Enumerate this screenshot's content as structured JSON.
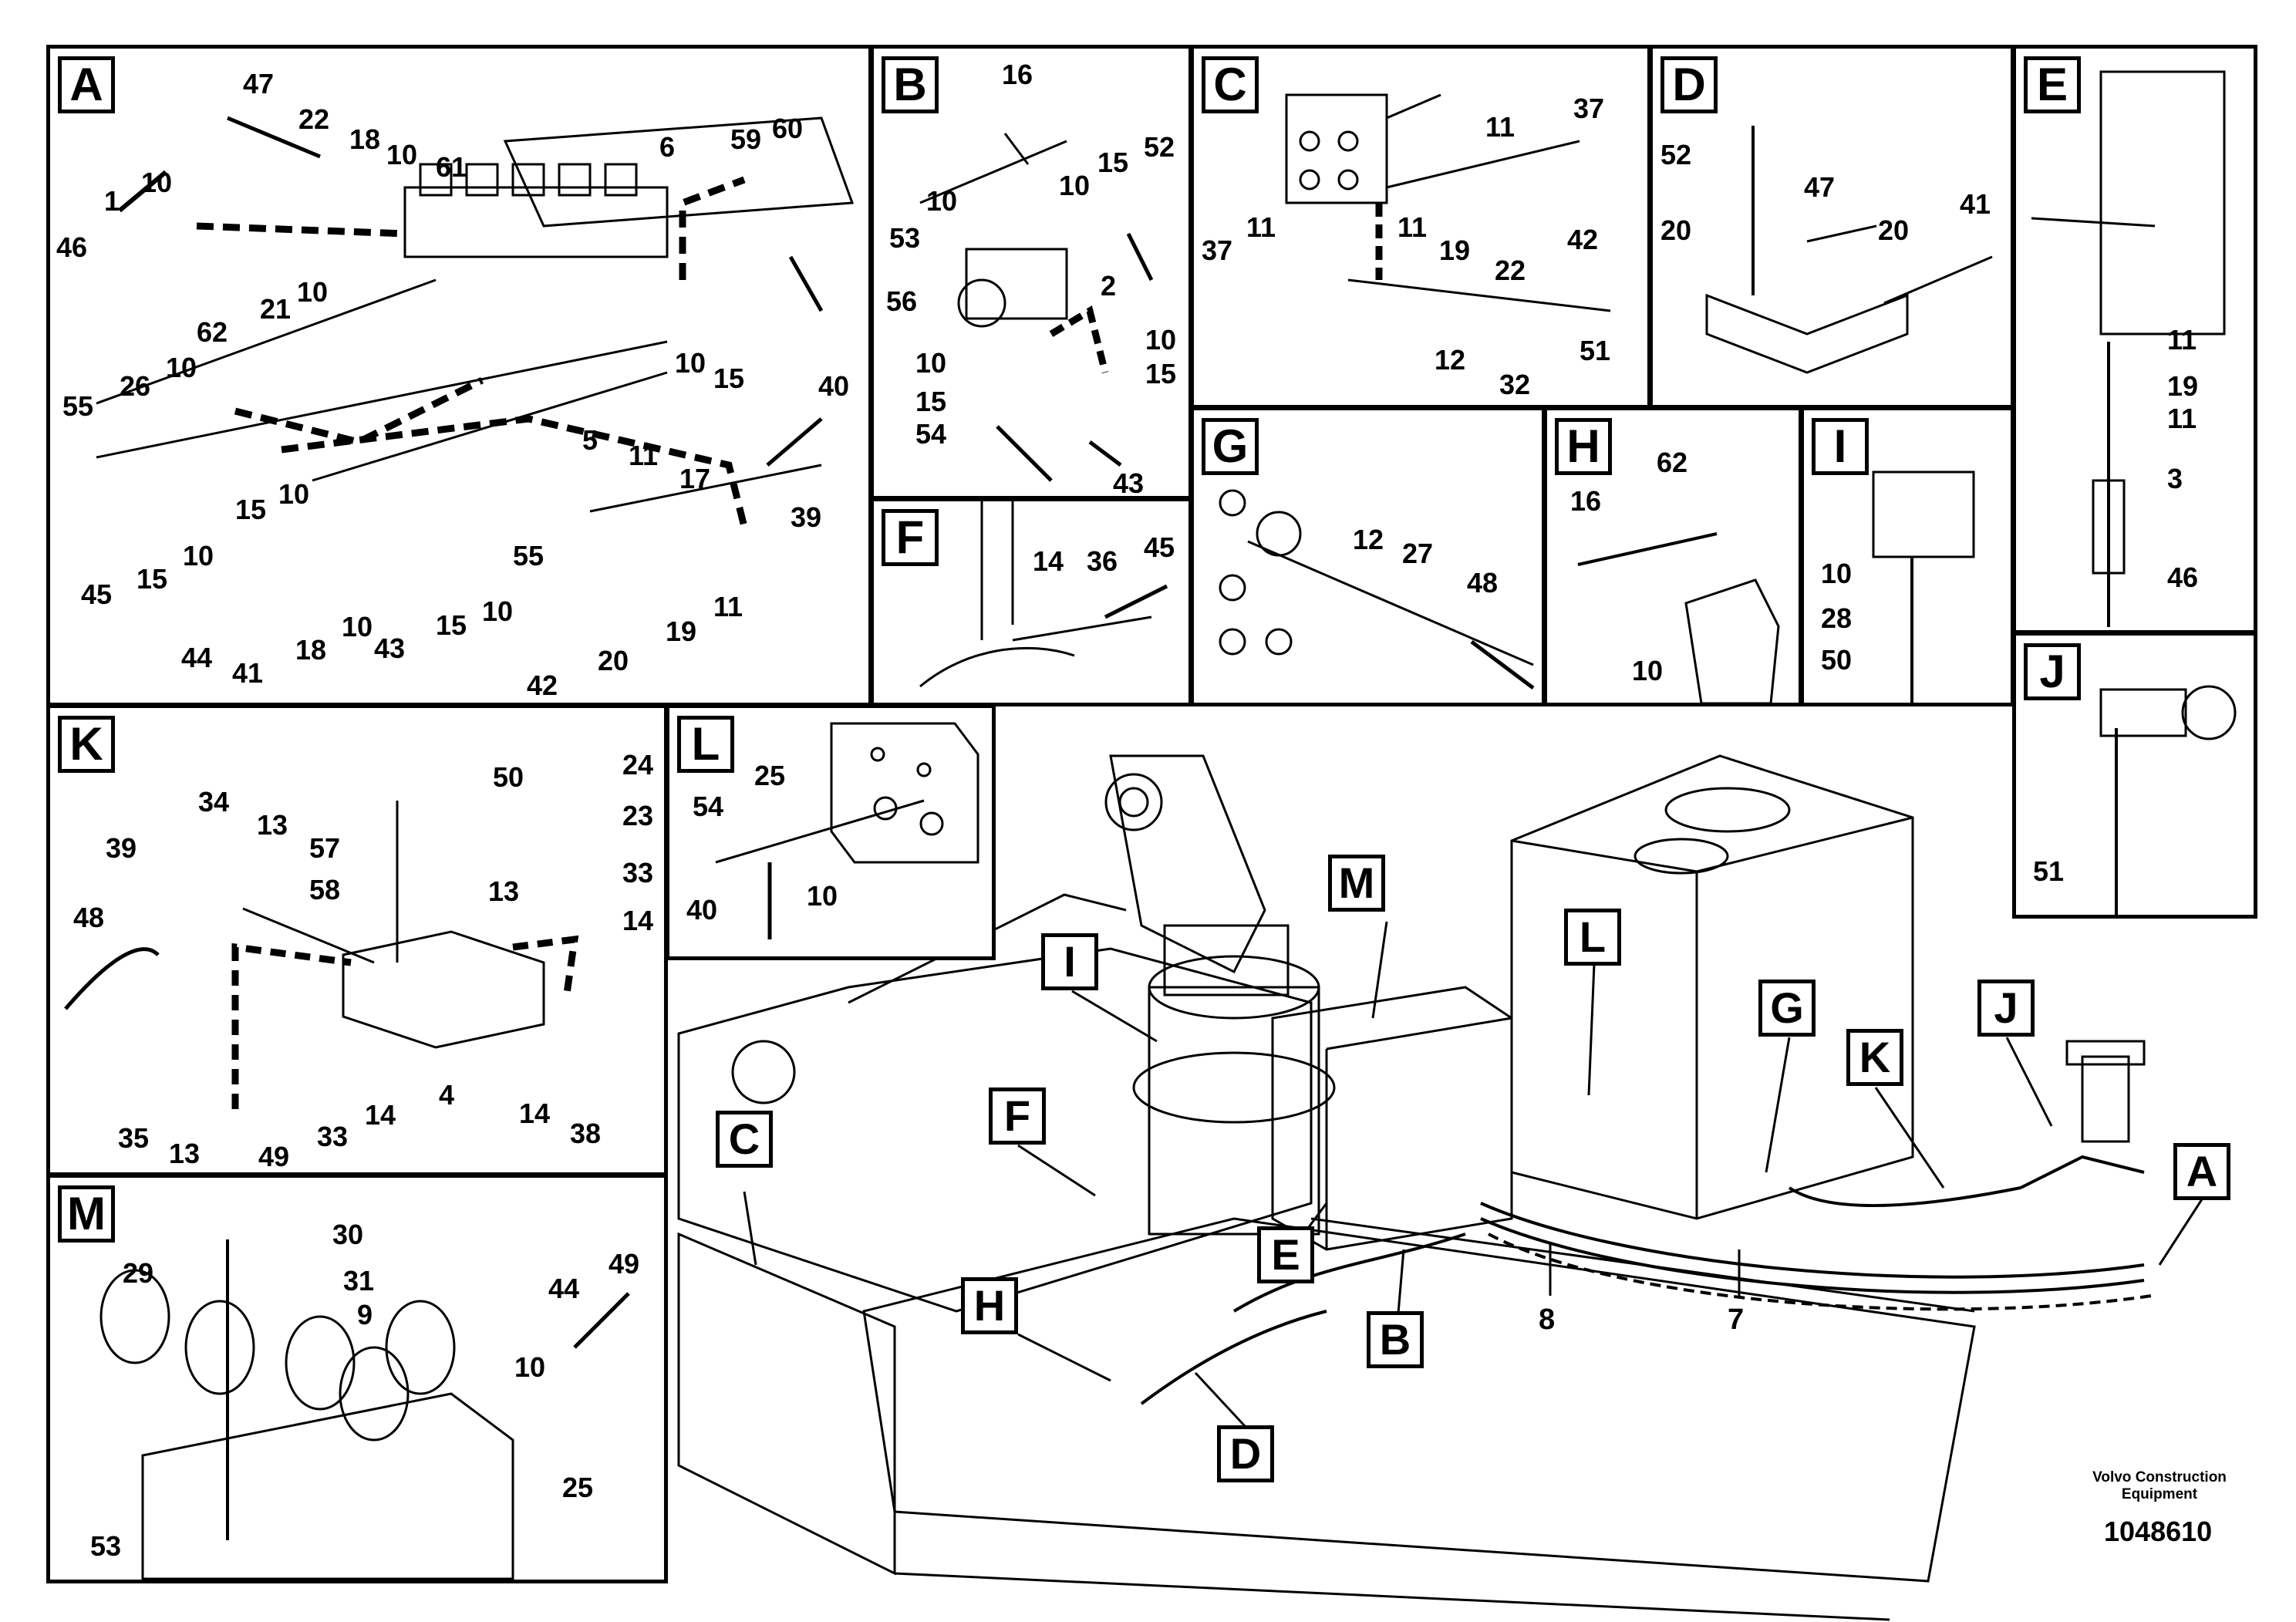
{
  "panels": {
    "A": {
      "letter": "A",
      "parts": [
        "47",
        "22",
        "18",
        "10",
        "61",
        "6",
        "59",
        "60",
        "1",
        "10",
        "46",
        "21",
        "10",
        "62",
        "55",
        "26",
        "10",
        "10",
        "15",
        "17",
        "5",
        "11",
        "40",
        "39",
        "15",
        "10",
        "55",
        "45",
        "15",
        "10",
        "44",
        "41",
        "18",
        "10",
        "43",
        "15",
        "10",
        "42",
        "20",
        "19",
        "11"
      ]
    },
    "B": {
      "letter": "B",
      "parts": [
        "16",
        "52",
        "10",
        "15",
        "53",
        "10",
        "56",
        "2",
        "10",
        "10",
        "15",
        "15",
        "54",
        "43"
      ]
    },
    "C": {
      "letter": "C",
      "parts": [
        "37",
        "11",
        "37",
        "11",
        "11",
        "19",
        "22",
        "42",
        "12",
        "32",
        "51"
      ]
    },
    "D": {
      "letter": "D",
      "parts": [
        "52",
        "20",
        "47",
        "41",
        "20"
      ]
    },
    "E": {
      "letter": "E",
      "parts": [
        "11",
        "19",
        "11",
        "3",
        "46"
      ]
    },
    "F": {
      "letter": "F",
      "parts": [
        "14",
        "36",
        "45"
      ]
    },
    "G": {
      "letter": "G",
      "parts": [
        "12",
        "27",
        "48"
      ]
    },
    "H": {
      "letter": "H",
      "parts": [
        "62",
        "16",
        "10"
      ]
    },
    "I": {
      "letter": "I",
      "parts": [
        "10",
        "28",
        "50"
      ]
    },
    "J": {
      "letter": "J",
      "parts": [
        "51"
      ]
    },
    "K": {
      "letter": "K",
      "parts": [
        "50",
        "24",
        "34",
        "23",
        "39",
        "13",
        "57",
        "33",
        "58",
        "13",
        "14",
        "48",
        "35",
        "13",
        "49",
        "33",
        "14",
        "4",
        "14",
        "38"
      ]
    },
    "L": {
      "letter": "L",
      "parts": [
        "25",
        "54",
        "40",
        "10"
      ]
    },
    "M": {
      "letter": "M",
      "parts": [
        "30",
        "31",
        "44",
        "9",
        "29",
        "49",
        "10",
        "53",
        "25"
      ]
    }
  },
  "overview": {
    "callouts": [
      "M",
      "L",
      "I",
      "G",
      "K",
      "J",
      "A",
      "C",
      "F",
      "E",
      "B",
      "H",
      "D"
    ],
    "numbers": [
      "8",
      "7"
    ]
  },
  "footer": {
    "credit_line1": "Volvo Construction",
    "credit_line2": "Equipment",
    "drawing_number": "1048610"
  }
}
